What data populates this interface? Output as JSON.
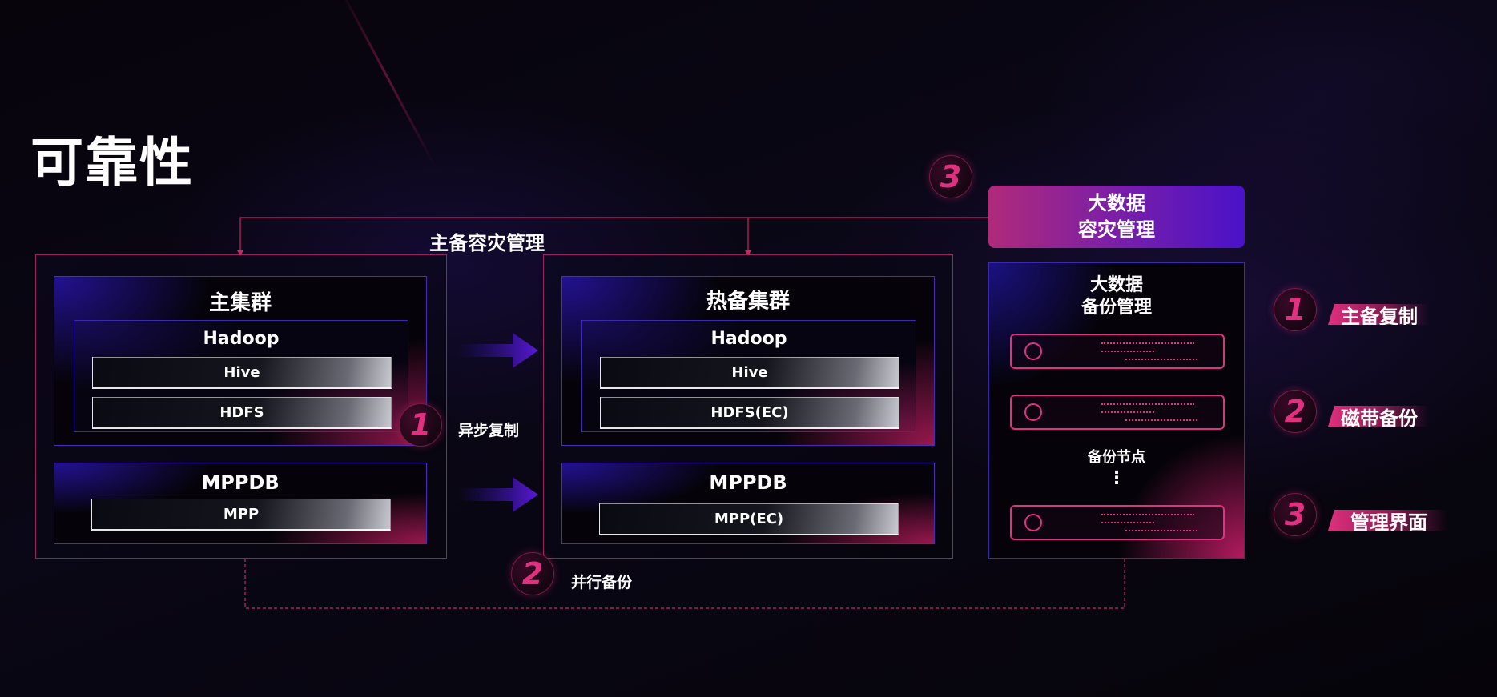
{
  "slide": {
    "title": "可靠性",
    "top_connector_label": "主备容灾管理"
  },
  "primary_cluster": {
    "title": "主集群",
    "hadoop": {
      "title": "Hadoop",
      "layers": [
        "Hive",
        "HDFS"
      ]
    },
    "mppdb": {
      "title": "MPPDB",
      "layers": [
        "MPP"
      ]
    }
  },
  "standby_cluster": {
    "title": "热备集群",
    "hadoop": {
      "title": "Hadoop",
      "layers": [
        "Hive",
        "HDFS(EC)"
      ]
    },
    "mppdb": {
      "title": "MPPDB",
      "layers": [
        "MPP(EC)"
      ]
    }
  },
  "replication": {
    "async_number": "1",
    "async_label": "异步复制",
    "parallel_number": "2",
    "parallel_label": "并行备份",
    "dr_number": "3"
  },
  "bigdata_dr": {
    "header_line1": "大数据",
    "header_line2": "容灾管理",
    "panel_title_line1": "大数据",
    "panel_title_line2": "备份管理",
    "nodes_label": "备份节点",
    "ellipsis": "⋮"
  },
  "legend": [
    {
      "number": "1",
      "label": "主备复制"
    },
    {
      "number": "2",
      "label": "磁带备份"
    },
    {
      "number": "3",
      "label": "管理界面"
    }
  ],
  "colors": {
    "accent_pink": "#e0307f",
    "accent_purple": "#4a12c8",
    "line": "#c8285f"
  }
}
